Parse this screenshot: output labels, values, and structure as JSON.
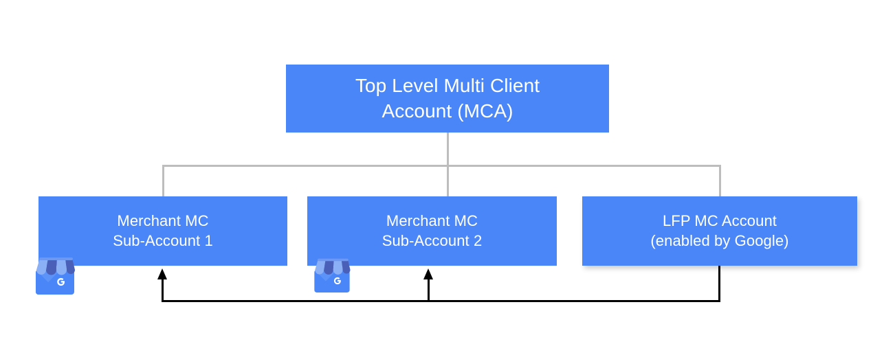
{
  "diagram": {
    "title": "Merchant Center account hierarchy with LFP account",
    "background_color": "#ffffff",
    "node_color": "#4a86f7",
    "node_text_color": "#ffffff",
    "connector_color": "#bdbdbd",
    "flow_color": "#000000",
    "nodes": [
      {
        "id": "mca",
        "label": "Top Level Multi Client\nAccount (MCA)",
        "line1": "Top Level Multi Client",
        "line2": "Account (MCA)"
      },
      {
        "id": "sub1",
        "label": "Merchant MC\nSub-Account 1",
        "line1": "Merchant MC",
        "line2": "Sub-Account 1"
      },
      {
        "id": "sub2",
        "label": "Merchant MC\nSub-Account 2",
        "line1": "Merchant MC",
        "line2": "Sub-Account 2"
      },
      {
        "id": "lfp",
        "label": "LFP MC Account\n(enabled by Google)",
        "line1": "LFP MC Account",
        "line2": "(enabled by Google)"
      }
    ],
    "icons": [
      {
        "id": "gbp-1",
        "name": "google-business-profile-storefront-icon",
        "attached_to": "sub1"
      },
      {
        "id": "gbp-2",
        "name": "google-business-profile-storefront-icon",
        "attached_to": "sub2"
      }
    ],
    "connectors": [
      {
        "id": "trunk",
        "from": "mca",
        "to": "bus",
        "style": "solid",
        "color": "#bdbdbd"
      },
      {
        "id": "drop-1",
        "from": "bus",
        "to": "sub1",
        "style": "solid",
        "color": "#bdbdbd"
      },
      {
        "id": "drop-2",
        "from": "bus",
        "to": "sub2",
        "style": "solid",
        "color": "#bdbdbd"
      },
      {
        "id": "drop-3",
        "from": "bus",
        "to": "lfp",
        "style": "solid",
        "color": "#bdbdbd"
      }
    ],
    "flows": [
      {
        "id": "lfp-to-sub1",
        "from": "lfp",
        "to": "sub1",
        "arrow": "up",
        "color": "#000000"
      },
      {
        "id": "lfp-to-sub2",
        "from": "lfp",
        "to": "sub2",
        "arrow": "up",
        "color": "#000000"
      }
    ]
  }
}
